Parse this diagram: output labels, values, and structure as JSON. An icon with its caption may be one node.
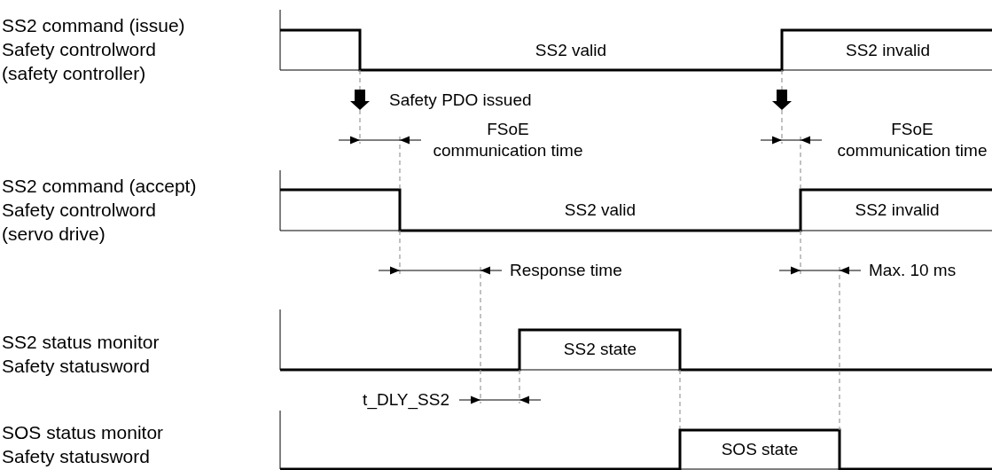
{
  "diagram": {
    "labels": [
      "SS2 command (issue) Safety controlword (safety controller)",
      "SS2 valid",
      "SS2 invalid",
      "Safety PDO issued",
      "FSoE communication time",
      "FSoE communication time",
      "SS2 command (accept) Safety controlword (servo drive)",
      "SS2 valid",
      "SS2 invalid",
      "Response time",
      "Max. 10 ms",
      "SS2 status monitor Safety statusword",
      "SS2 state",
      "t_DLY_SS2",
      "SOS status monitor Safety statusword",
      "SOS state"
    ]
  }
}
